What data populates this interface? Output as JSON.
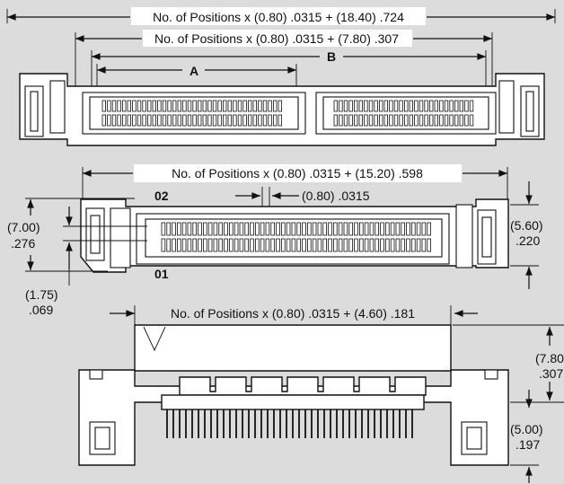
{
  "labels": {
    "top_overall": "No. of Positions x (0.80) .0315 + (18.40) .724",
    "top_b_span": "No. of Positions x (0.80) .0315 + (7.80) .307",
    "dim_a": "A",
    "dim_b": "B",
    "mid_width": "No. of Positions x (0.80) .0315 + (15.20) .598",
    "pitch": "(0.80) .0315",
    "pin_02": "02",
    "pin_01": "01",
    "left_height_mm": "(7.00)",
    "left_height_in": ".276",
    "left_offset_mm": "(1.75)",
    "left_offset_in": ".069",
    "right_height_mm": "(5.60)",
    "right_height_in": ".220",
    "bottom_width": "No. of Positions x (0.80) .0315 + (4.60) .181",
    "side_height_mm": "(7.80)",
    "side_height_in": ".307",
    "low_height_mm": "(5.00)",
    "low_height_in": ".197"
  }
}
